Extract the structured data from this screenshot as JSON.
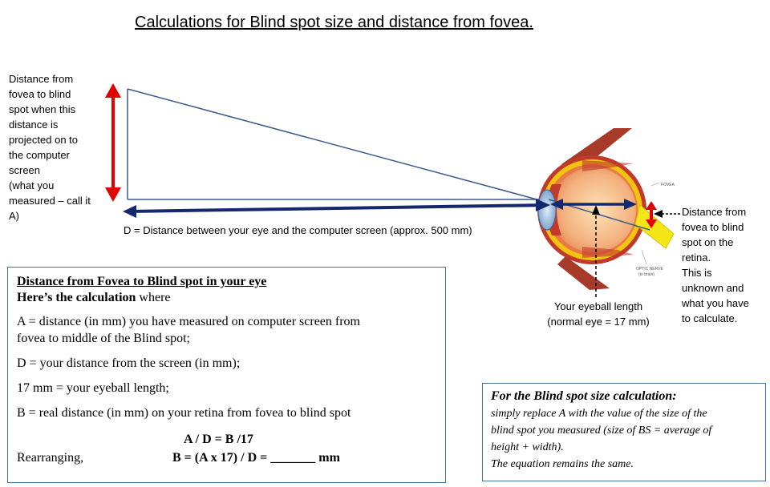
{
  "title": "Calculations for Blind spot size  and distance from fovea.",
  "left_label": [
    "Distance from",
    "fovea to blind",
    "spot when this",
    "distance is",
    "projected on to",
    "the computer",
    "screen",
    "(what you",
    "measured – call it",
    "A)"
  ],
  "d_label": "D = Distance between your eye and the computer screen (approx. 500 mm)",
  "eye_labels": {
    "fovea": "FOVEA",
    "optic_nerve": "OPTIC NERVE",
    "to_brain": "(to brain)"
  },
  "eyeball_label": [
    "Your eyeball length",
    "(normal eye  = 17 mm)"
  ],
  "right_label": [
    "Distance from",
    "fovea to blind",
    "spot on the",
    "retina.",
    "This is",
    "unknown  and",
    "what you have",
    "to calculate."
  ],
  "calc_box": {
    "heading": "Distance from Fovea to Blind spot in your eye",
    "subheading_bold": "Here’s the calculation",
    "subheading_rest": " where",
    "line_a1": "A = distance (in mm) you have measured on computer screen from",
    "line_a2": "fovea to middle of the Blind spot;",
    "line_d": "D = your distance from the screen (in mm);",
    "line_17": "17 mm = your eyeball length;",
    "line_b": "B = real distance (in mm) on your retina from fovea to blind spot",
    "equation": "A / D = B /17",
    "rearranging_label": "Rearranging,",
    "rearranged_equation": "B = (A x 17) / D = _______ mm"
  },
  "size_box": {
    "heading": "For the Blind spot size calculation:",
    "lines": [
      "simply replace A with the value of  the size of  the",
      "blind spot you measured (size of  BS = average of",
      "height + width).",
      "The equation remains the same."
    ]
  },
  "colors": {
    "red_arrow": "#e00000",
    "navy_arrow": "#14286e",
    "triangle_line": "#3b5a8a",
    "box_border": "#41719c"
  }
}
